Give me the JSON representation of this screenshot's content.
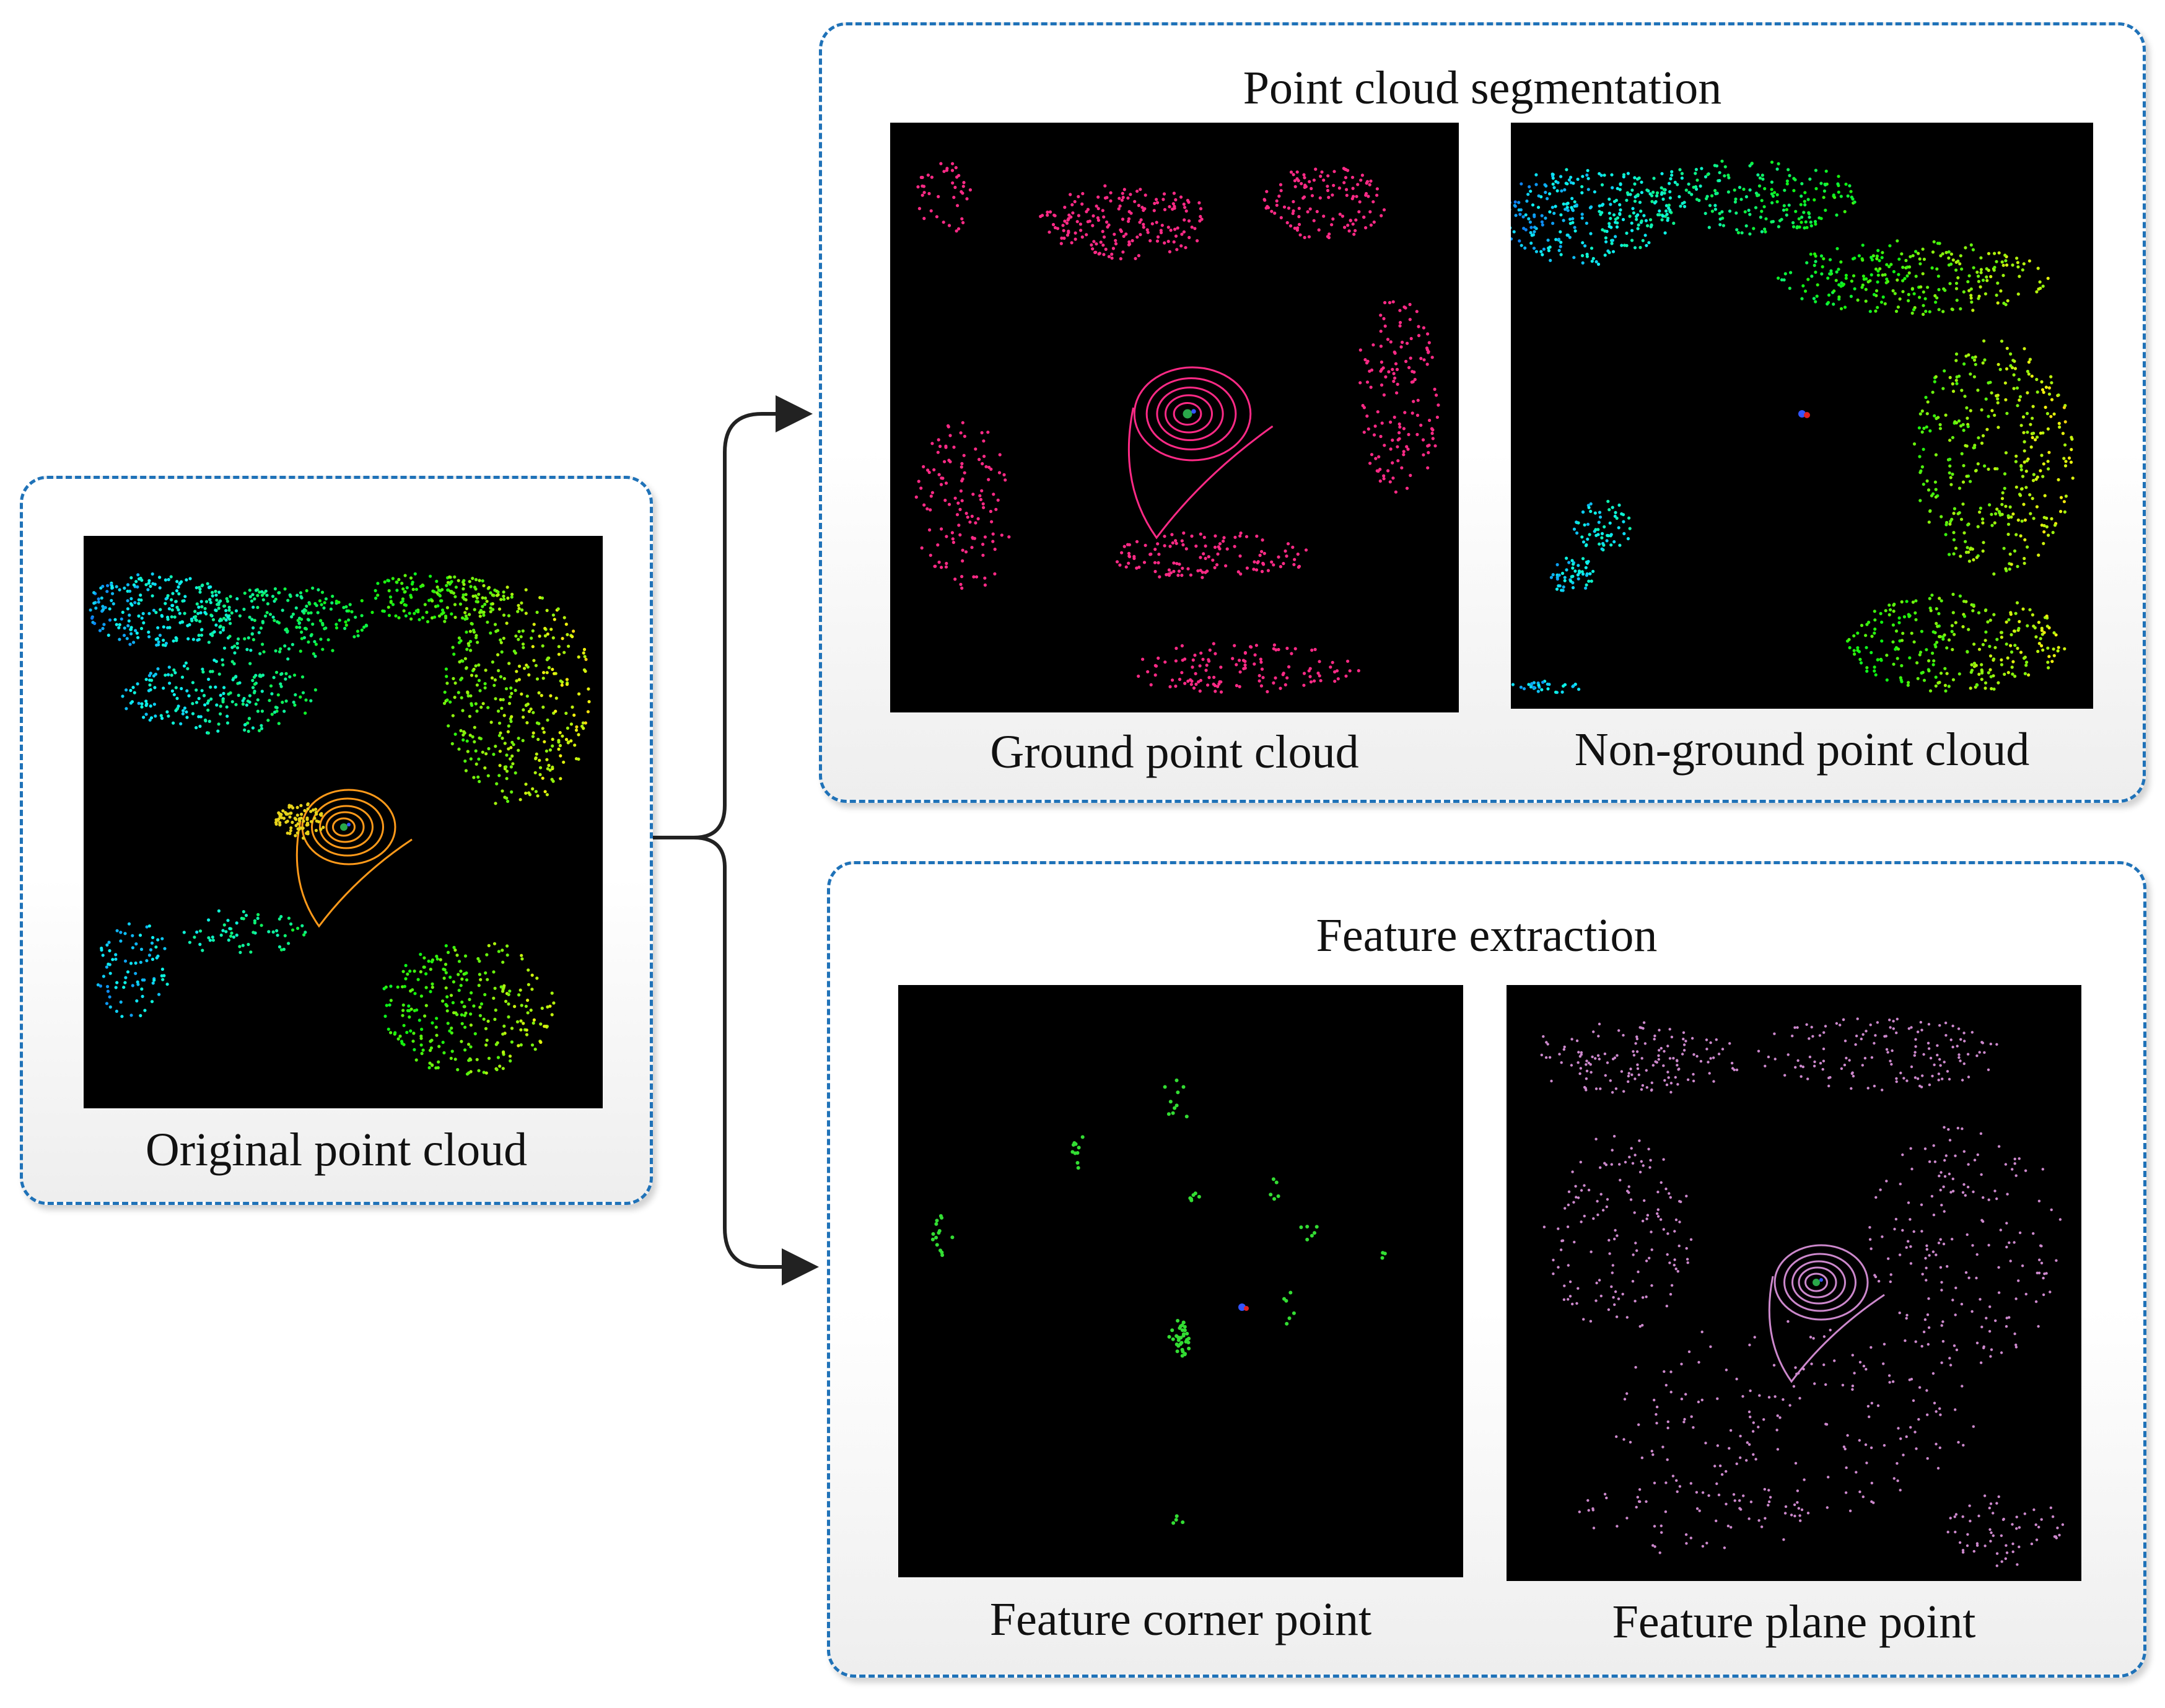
{
  "original": {
    "caption": "Original point cloud"
  },
  "segmentation": {
    "title": "Point cloud segmentation",
    "ground_caption": "Ground point cloud",
    "nonground_caption": "Non-ground point cloud"
  },
  "features": {
    "title": "Feature extraction",
    "corner_caption": "Feature corner point",
    "plane_caption": "Feature plane point"
  },
  "colors": {
    "frame": "#1f72b8",
    "ground": "#ff2a86",
    "original_rings": "#ff9a1a",
    "corner": "#33dd33",
    "plane": "#cc88cc"
  }
}
